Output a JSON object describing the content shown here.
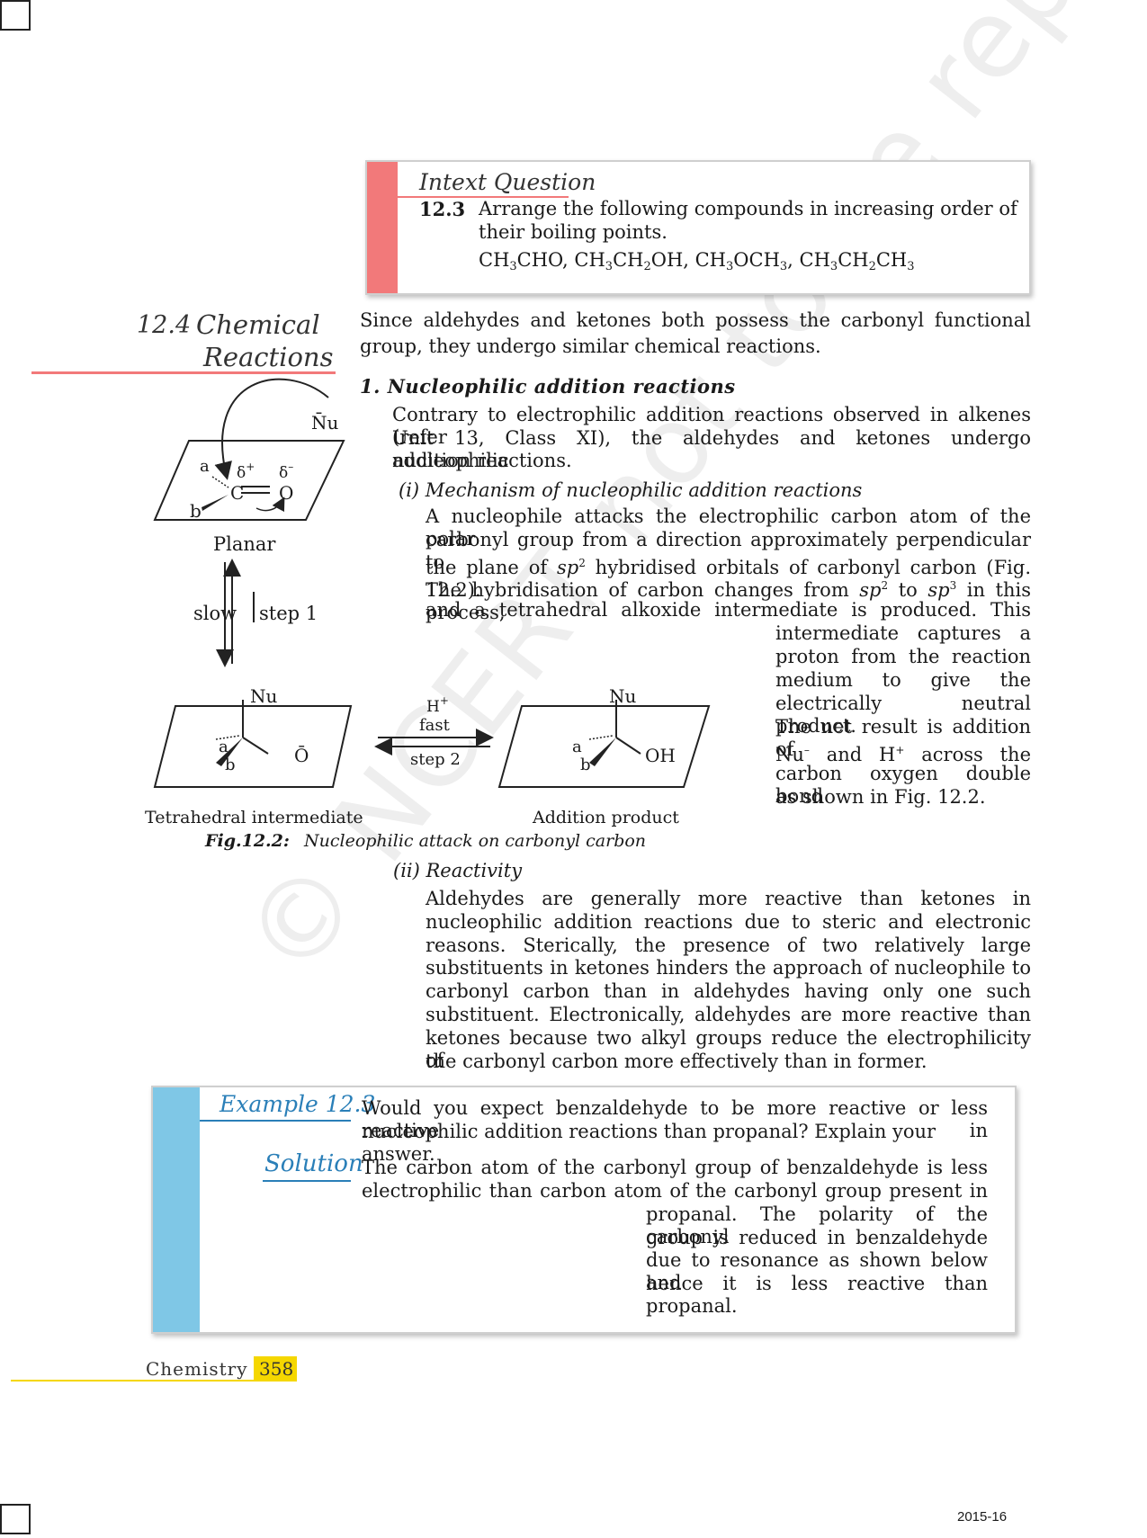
{
  "intext": {
    "heading": "Intext Question",
    "number": "12.3",
    "line1": "Arrange the following compounds in increasing order of",
    "line2": "their boiling points."
  },
  "section": {
    "number": "12.4",
    "title_line1": "Chemical",
    "title_line2": "Reactions"
  },
  "intro": {
    "line1": "Since aldehydes and ketones both possess the carbonyl functional",
    "line2": "group, they undergo similar chemical reactions."
  },
  "nucleophilic": {
    "heading": "1.  Nucleophilic addition reactions",
    "lines": [
      "Contrary to electrophilic addition reactions observed in alkenes (refer",
      "Unit 13, Class XI), the aldehydes and ketones undergo nucleophilic",
      "addition reactions."
    ]
  },
  "mechanism": {
    "heading": "(i) Mechanism of nucleophilic addition reactions",
    "line1": "A nucleophile attacks the electrophilic carbon atom of the polar",
    "line2": "carbonyl group from a direction approximately perpendicular to",
    "line5": "and a tetrahedral alkoxide intermediate is produced. This",
    "side_lines": [
      "intermediate captures a",
      "proton from the reaction",
      "medium to give the",
      "electrically neutral product.",
      "The net result is addition of"
    ],
    "side_line7": "carbon oxygen double bond",
    "side_line8": "as shown in Fig. 12.2."
  },
  "figure": {
    "planar": "Planar",
    "slow": "slow",
    "step1": "step 1",
    "fast": "fast",
    "step2": "step 2",
    "tetra_label": "Tetrahedral intermediate",
    "addition_label": "Addition product",
    "caption_num": "Fig.12.2:",
    "caption_text": "Nucleophilic attack on carbonyl carbon"
  },
  "reactivity": {
    "heading": "(ii) Reactivity",
    "lines": [
      "Aldehydes are generally more reactive than ketones in",
      "nucleophilic addition reactions due to steric and electronic",
      "reasons. Sterically, the presence of two relatively large",
      "substituents in ketones hinders the approach of nucleophile to",
      "carbonyl carbon than in aldehydes having only one such",
      "substituent. Electronically, aldehydes are more reactive than",
      "ketones because two alkyl groups reduce the electrophilicity of"
    ],
    "last": "the carbonyl carbon more effectively than in former."
  },
  "example": {
    "label": "Example 12.3",
    "q1": "Would you expect benzaldehyde to be more reactive or less reactive in",
    "q2": "nucleophilic addition reactions than propanal? Explain your answer.",
    "solution_label": "Solution",
    "s1": "The carbon atom of the carbonyl group of benzaldehyde is less",
    "s2": "electrophilic than carbon atom of the carbonyl group present in",
    "s3": "propanal. The polarity of the carbonyl",
    "s4": "group is reduced in benzaldehyde",
    "s5": "due to resonance as shown below and",
    "s6": "hence it is less reactive than propanal."
  },
  "footer": {
    "subject": "Chemistry",
    "page": "358",
    "year": "2015-16"
  },
  "watermark": "© NCERT not to be republished",
  "colors": {
    "intext_strip": "#f2797a",
    "example_strip": "#7fc7e6",
    "section_rule": "#f2797a",
    "footer_rule": "#f5d700",
    "heading_blue": "#2a7fb8"
  }
}
